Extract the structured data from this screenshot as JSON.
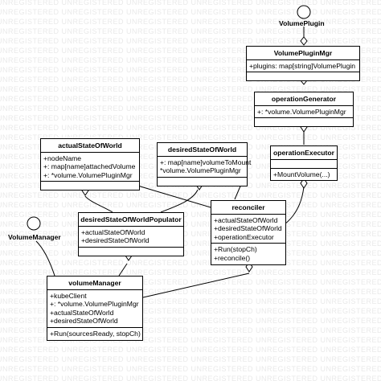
{
  "watermark": "UNREGISTERED",
  "actors": {
    "volume_plugin": "VolumePlugin",
    "volume_manager": "VolumeManager"
  },
  "classes": {
    "volume_plugin_mgr": {
      "name": "VolumePluginMgr",
      "attributes": [
        "+plugins: map[string]VolumePlugin"
      ],
      "operations": []
    },
    "operation_generator": {
      "name": "operationGenerator",
      "attributes": [
        "+: *volume.VolumePluginMgr"
      ],
      "operations": []
    },
    "operation_executor": {
      "name": "operationExecutor",
      "attributes": [],
      "operations": [
        "+MountVolume(...)"
      ]
    },
    "actual_state_of_world": {
      "name": "actualStateOfWorld",
      "attributes": [
        "+nodeName",
        "+: map[name]attachedVolume",
        "+: *volume.VolumePluginMgr"
      ],
      "operations": []
    },
    "desired_state_of_world": {
      "name": "desiredStateOfWorld",
      "attributes": [
        "+: map[name]volumeToMount",
        "*volume.VolumePluginMgr"
      ],
      "operations": []
    },
    "reconciler": {
      "name": "reconciler",
      "attributes": [
        "+actualStateOfWorld",
        "+desiredStateOfWorld",
        "+operationExecutor"
      ],
      "operations": [
        "+Run(stopCh)",
        "+reconcile()"
      ]
    },
    "desired_state_of_world_populator": {
      "name": "desiredStateOfWorldPopulator",
      "attributes": [
        "+actualStateOfWorld",
        "+desiredStateOfWorld"
      ],
      "operations": []
    },
    "volume_manager": {
      "name": "volumeManager",
      "attributes": [
        "+kubeClient",
        "+: *volume.VolumePluginMgr",
        "+actualStateOfWorld",
        "+desiredStateOfWorld"
      ],
      "operations": [
        "+Run(sourcesReady, stopCh)"
      ]
    }
  }
}
